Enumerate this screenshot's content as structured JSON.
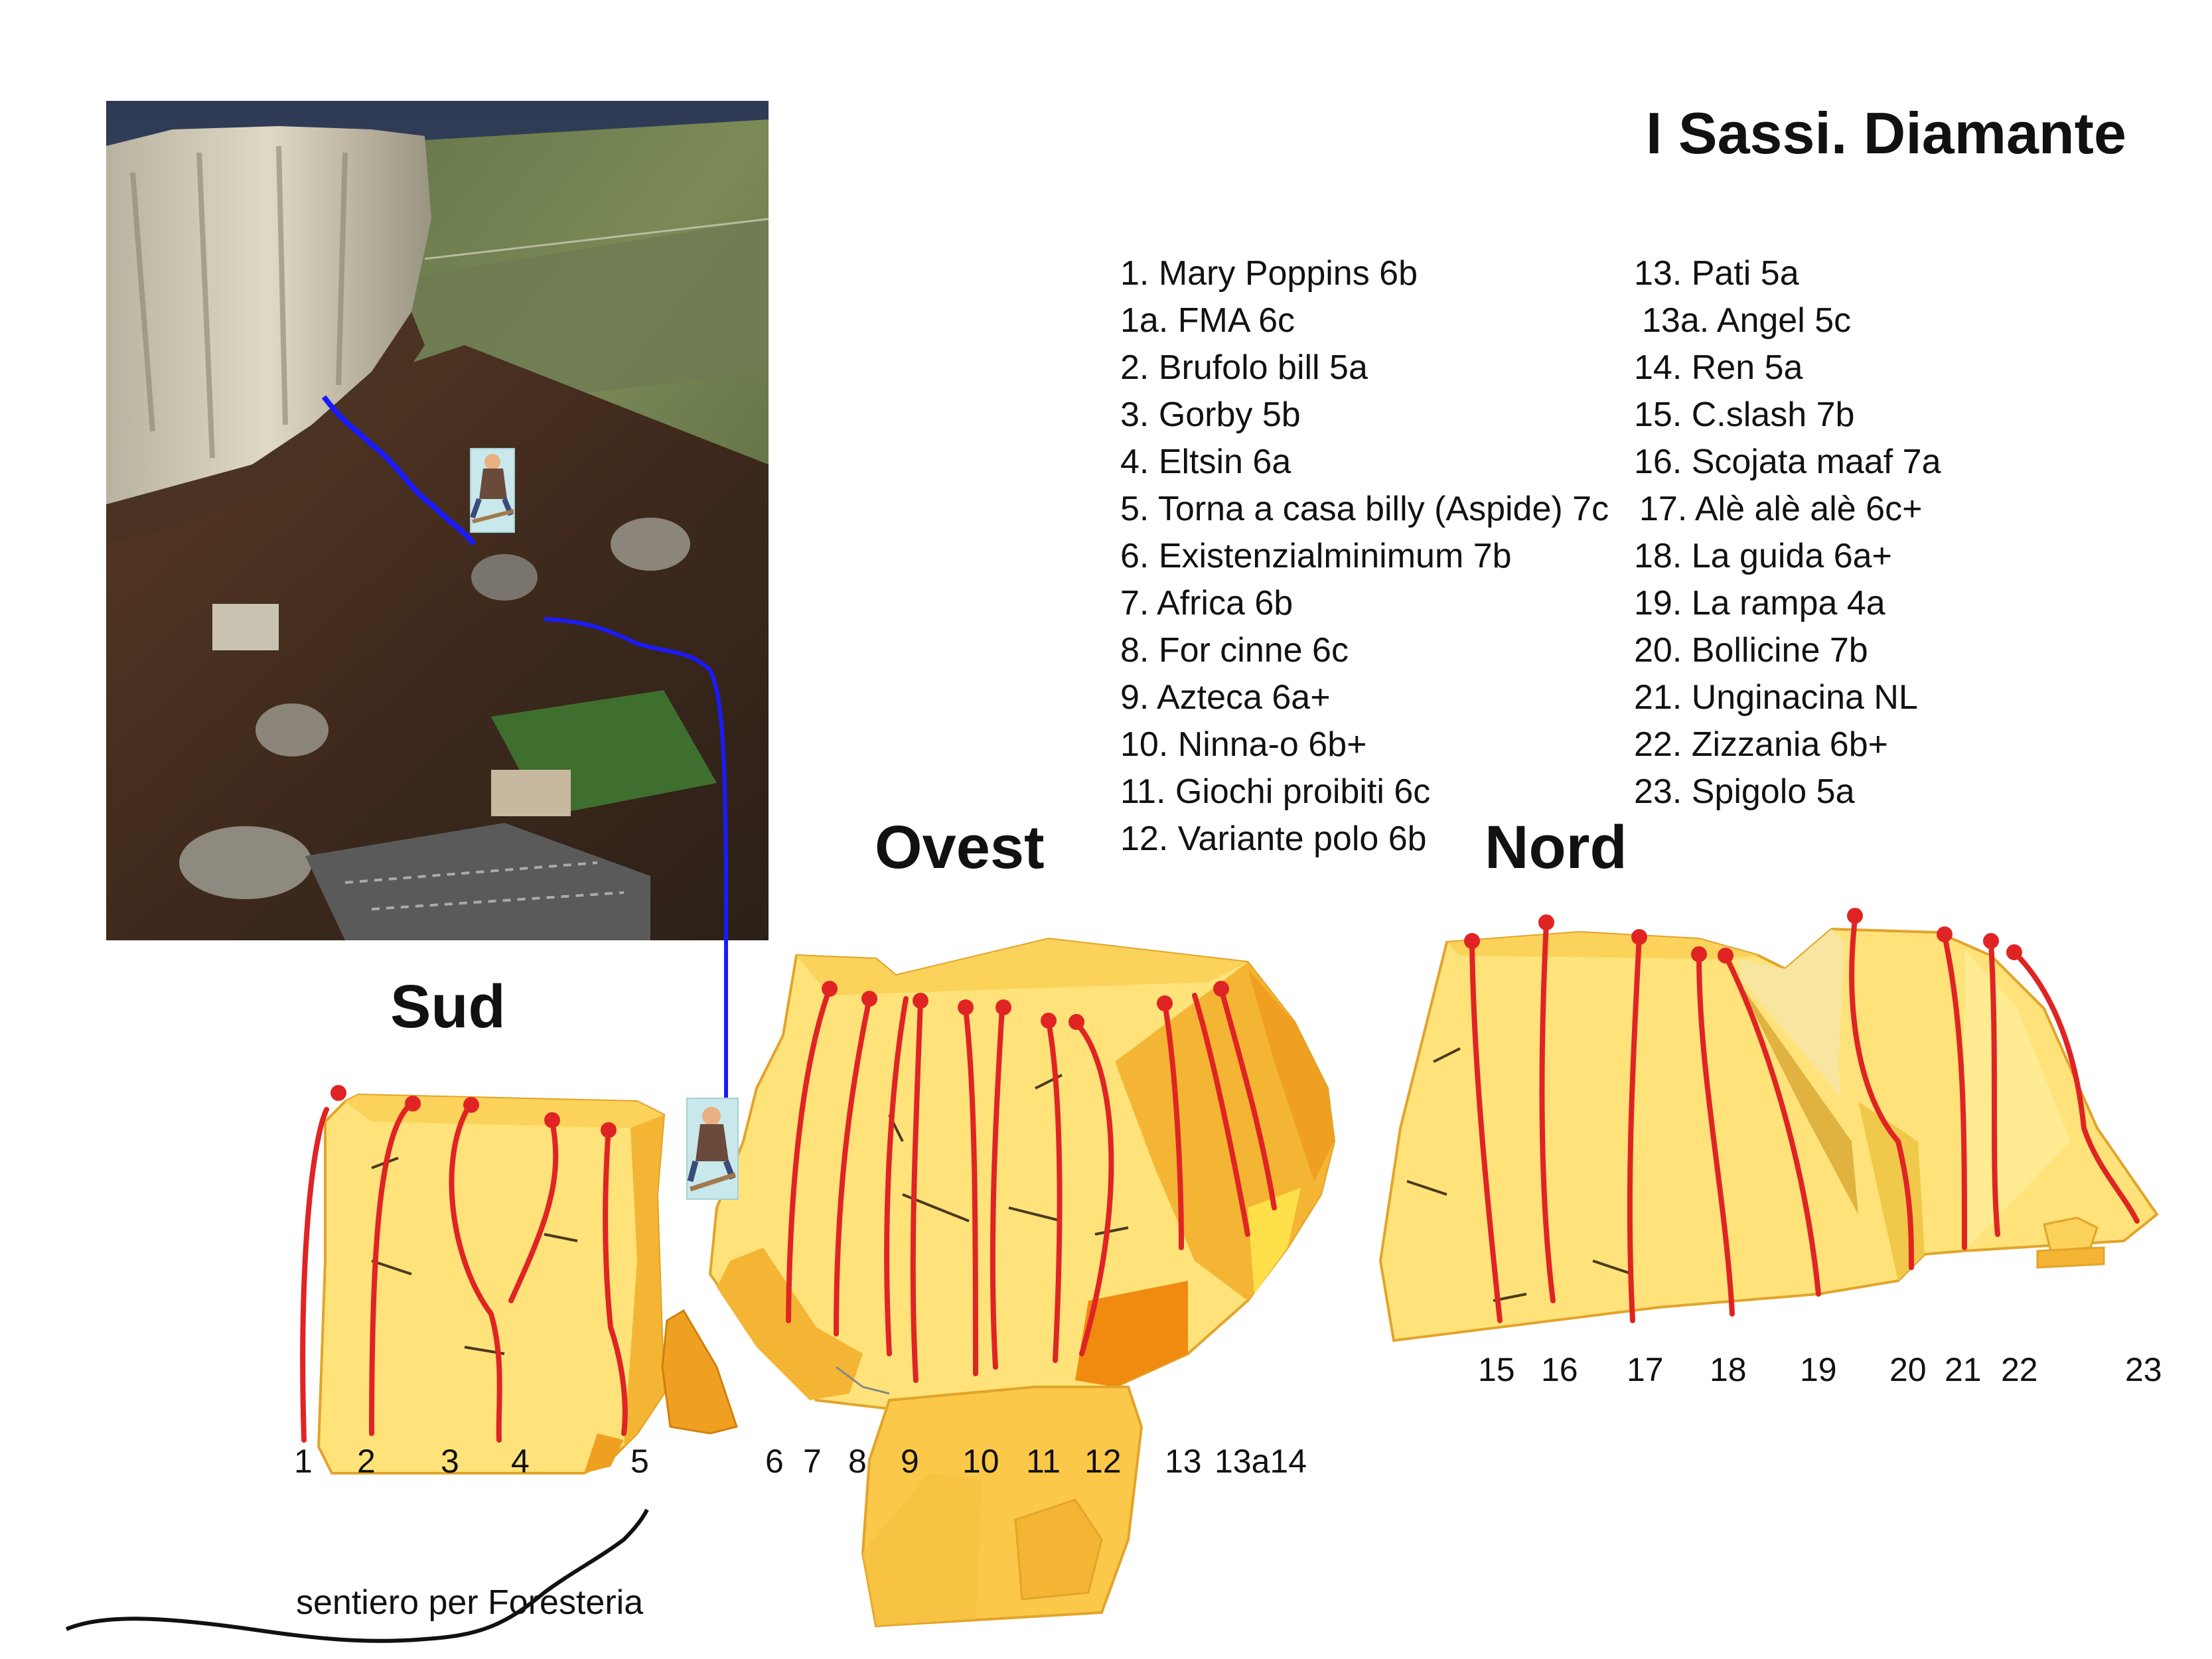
{
  "title": "I Sassi. Diamante",
  "routes_left": [
    "1. Mary Poppins  6b",
    "1a. FMA 6c",
    "2. Brufolo bill  5a",
    "3. Gorby  5b",
    "4. Eltsin  6a",
    "5. Torna a casa billy (Aspide) 7c",
    "6. Existenzialminimum  7b",
    "7. Africa  6b",
    "8. For cinne  6c",
    "9. Azteca  6a+",
    "10. Ninna-o  6b+",
    "11. Giochi proibiti  6c",
    "12. Variante polo  6b"
  ],
  "routes_right": [
    "13. Pati  5a",
    "13a. Angel 5c",
    "14. Ren  5a",
    "15. C.slash   7b",
    "16. Scojata maaf  7a",
    "17.  Alè alè alè  6c+",
    "18. La guida 6a+",
    "19. La rampa  4a",
    "20. Bollicine  7b",
    "21. Unginacina  NL",
    "22. Zizzania  6b+",
    "23. Spigolo  5a"
  ],
  "faces": {
    "sud": "Sud",
    "ovest": "Ovest",
    "nord": "Nord"
  },
  "route_numbers": {
    "sud": [
      "1",
      "2",
      "3",
      "4",
      "5"
    ],
    "ovest": [
      "6",
      "7",
      "8",
      "9",
      "10",
      "11",
      "12",
      "13",
      "13a14"
    ],
    "nord": [
      "15",
      "16",
      "17",
      "18",
      "19",
      "20",
      "21",
      "22",
      "23"
    ]
  },
  "trail_label": "sentiero per Foresteria",
  "colors": {
    "route_line": "#e02424",
    "route_dot": "#e02424",
    "approach_path": "#1a1aff",
    "trail": "#111111",
    "rock_light": "#ffe37a",
    "rock_mid": "#fbc84a",
    "rock_dark": "#f0a020"
  },
  "icons": [
    "climber-icon"
  ]
}
